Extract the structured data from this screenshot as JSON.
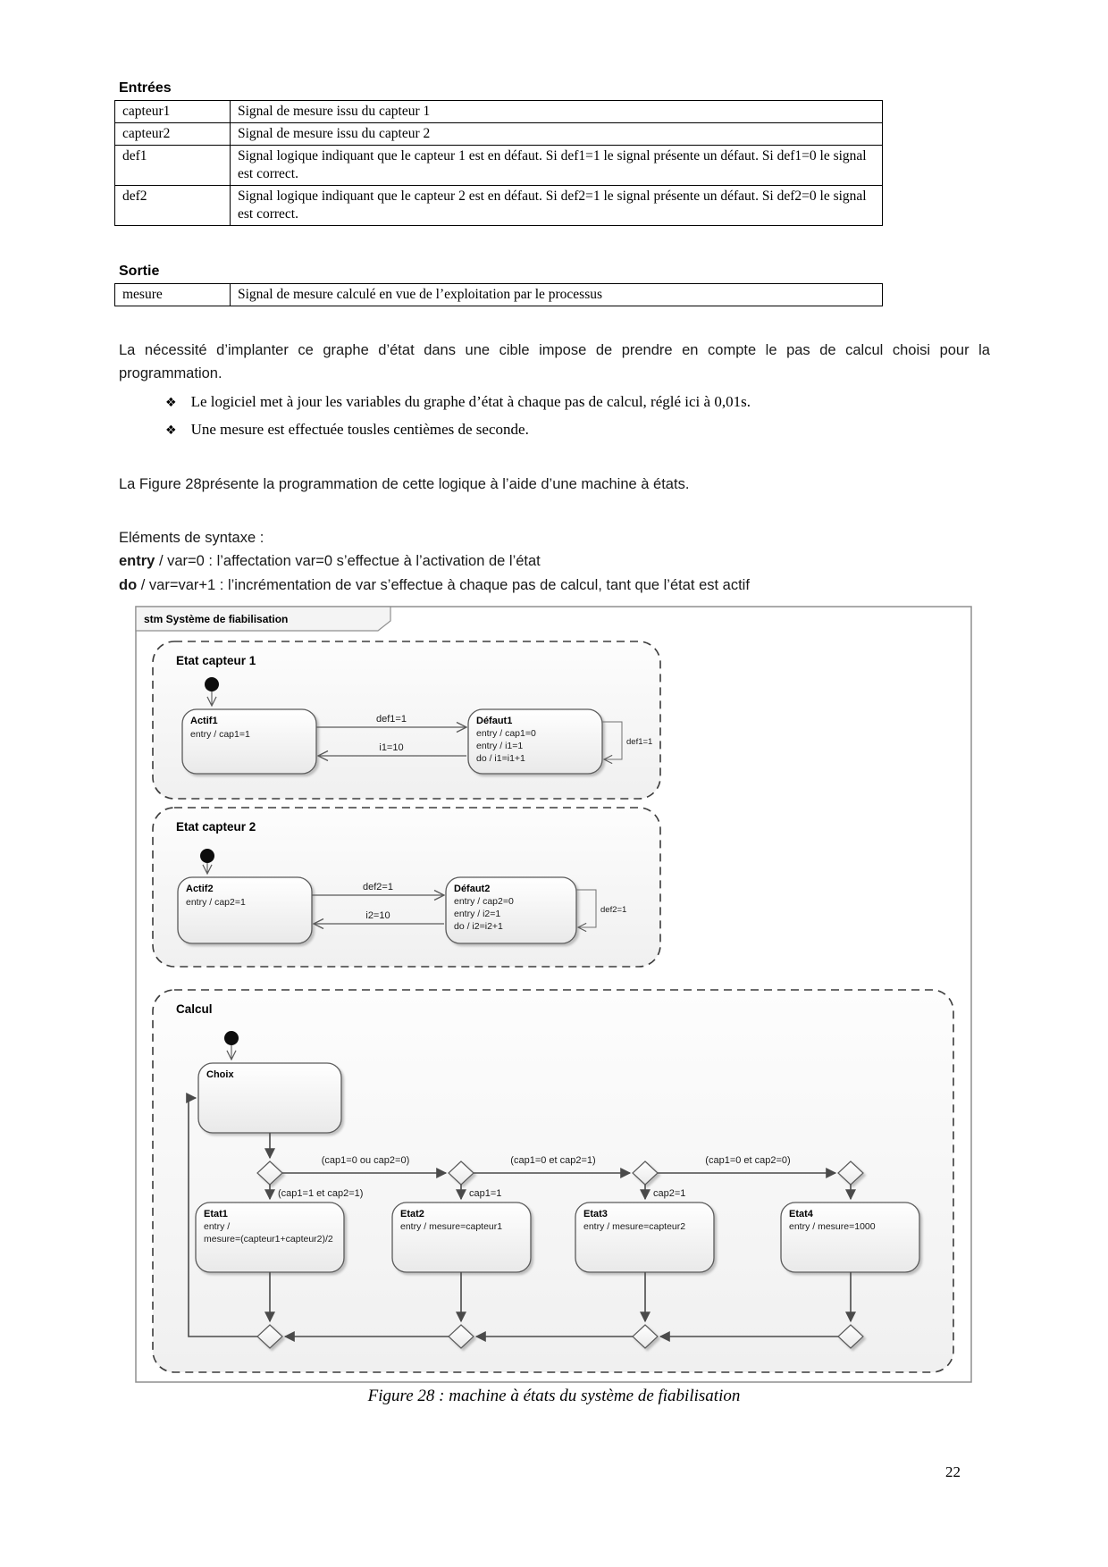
{
  "page": {
    "number": "22"
  },
  "colors": {
    "box_border": "#5a5a5a",
    "region_border": "#3c3c3c",
    "frame_border": "#8f8f8f",
    "box_fill_top": "#ffffff",
    "box_fill_bottom": "#e9e9e9"
  },
  "entrees": {
    "heading": "Entrées",
    "rows": [
      {
        "name": "capteur1",
        "desc": "Signal de mesure issu du capteur 1"
      },
      {
        "name": "capteur2",
        "desc": "Signal de mesure issu du capteur 2"
      },
      {
        "name": "def1",
        "desc": "Signal logique indiquant que le capteur 1 est en défaut. Si def1=1 le signal présente un défaut. Si def1=0 le signal est correct."
      },
      {
        "name": "def2",
        "desc": "Signal logique indiquant que le capteur 2 est en défaut. Si def2=1 le signal présente un défaut. Si def2=0 le signal est correct."
      }
    ]
  },
  "sortie": {
    "heading": "Sortie",
    "rows": [
      {
        "name": "mesure",
        "desc": "Signal de mesure calculé en vue de l’exploitation par le processus"
      }
    ]
  },
  "body": {
    "para1": "La nécessité d’implanter ce graphe d’état dans une cible impose de prendre en compte le pas de calcul choisi pour la programmation.",
    "bullet_glyph": "❖",
    "bullet1": "Le logiciel met à jour les variables du graphe d’état à chaque pas de calcul, réglé ici à 0,01s.",
    "bullet2": "Une mesure est effectuée tousles centièmes de seconde.",
    "para2": "La Figure 28présente la programmation de cette logique à l’aide d’une machine à états.",
    "syntax_heading": "Eléments de syntaxe :",
    "syntax1_lead": "entry",
    "syntax1_rest": " / var=0 : l’affectation var=0 s’effectue à l’activation de l’état",
    "syntax2_lead": "do",
    "syntax2_rest": " / var=var+1 : l’incrémentation de var s’effectue à chaque pas de calcul, tant que l’état est actif"
  },
  "diagram": {
    "tab": "stm Système de fiabilisation",
    "region1": {
      "title": "Etat capteur 1",
      "actif_name": "Actif1",
      "actif_line1": "entry / cap1=1",
      "defaut_name": "Défaut1",
      "defaut_line1": "entry / cap1=0",
      "defaut_line2": "entry / i1=1",
      "defaut_line3": "do / i1=i1+1",
      "t_to": "def1=1",
      "t_back": "i1=10",
      "t_self": "def1=1"
    },
    "region2": {
      "title": "Etat capteur 2",
      "actif_name": "Actif2",
      "actif_line1": "entry / cap2=1",
      "defaut_name": "Défaut2",
      "defaut_line1": "entry / cap2=0",
      "defaut_line2": "entry / i2=1",
      "defaut_line3": "do / i2=i2+1",
      "t_to": "def2=1",
      "t_back": "i2=10",
      "t_self": "def2=1"
    },
    "calcul": {
      "title": "Calcul",
      "choix_name": "Choix",
      "guard_12": "(cap1=0 ou cap2=0)",
      "guard_23": "(cap1=0 et cap2=1)",
      "guard_34": "(cap1=0 et cap2=0)",
      "guard_d1": "(cap1=1 et cap2=1)",
      "guard_d2": "cap1=1",
      "guard_d3": "cap2=1",
      "etat1_name": "Etat1",
      "etat1_line1": "entry /",
      "etat1_line2": "mesure=(capteur1+capteur2)/2",
      "etat2_name": "Etat2",
      "etat2_line1": "entry / mesure=capteur1",
      "etat3_name": "Etat3",
      "etat3_line1": "entry / mesure=capteur2",
      "etat4_name": "Etat4",
      "etat4_line1": "entry / mesure=1000"
    }
  },
  "caption": "Figure 28 : machine à états du système de fiabilisation"
}
